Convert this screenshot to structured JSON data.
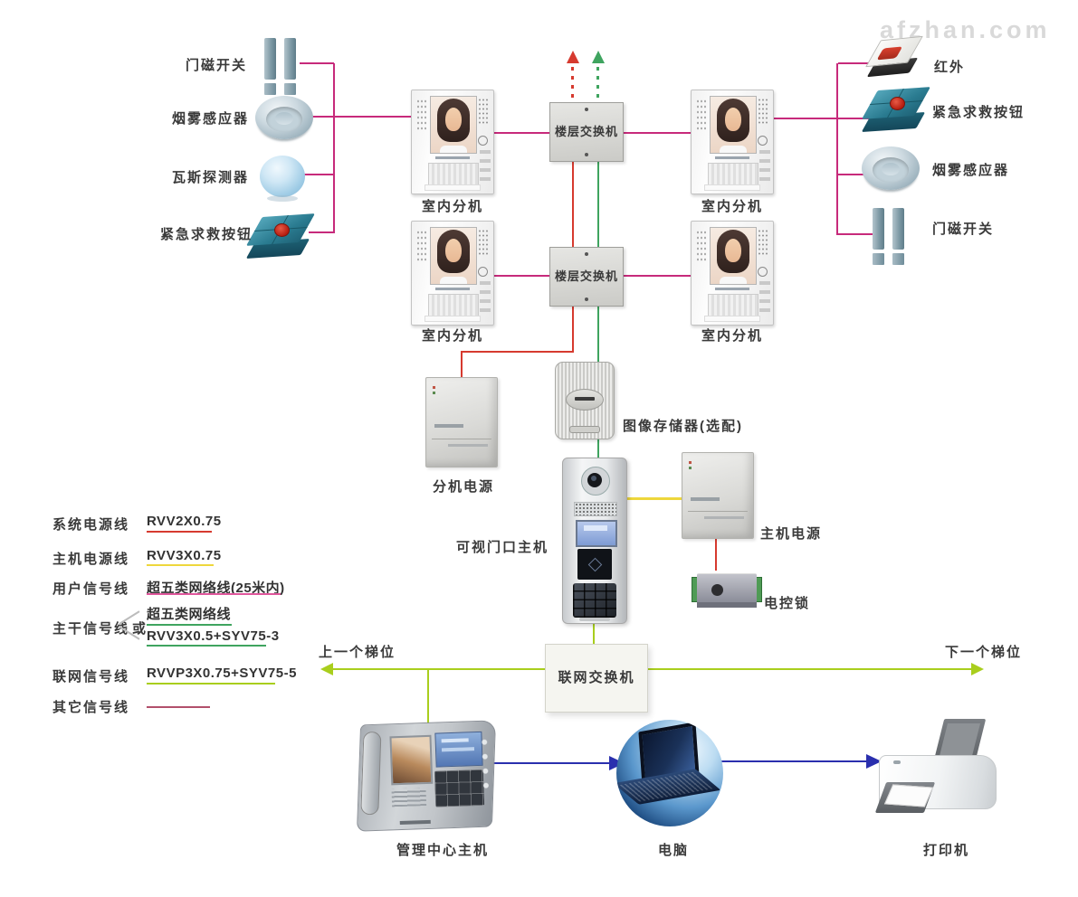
{
  "watermark": "afzhan.com",
  "colors": {
    "magenta": "#c72a7b",
    "red": "#d63a2f",
    "green": "#3fa45f",
    "yellow": "#eed73c",
    "chartreuse": "#a9ce1d",
    "blue": "#2a2fae",
    "pink": "#e0579c",
    "maroon": "#b2506b"
  },
  "sensors_left": [
    {
      "icon": "door-magnet",
      "label": "门磁开关"
    },
    {
      "icon": "smoke-sensor",
      "label": "烟雾感应器"
    },
    {
      "icon": "gas-detector",
      "label": "瓦斯探测器"
    },
    {
      "icon": "emergency-button",
      "label": "紧急求救按钮"
    }
  ],
  "sensors_right": [
    {
      "icon": "infrared",
      "label": "红外"
    },
    {
      "icon": "emergency-button",
      "label": "紧急求救按钮"
    },
    {
      "icon": "smoke-sensor",
      "label": "烟雾感应器"
    },
    {
      "icon": "door-magnet",
      "label": "门磁开关"
    }
  ],
  "nodes": {
    "floor_switch": "楼层交换机",
    "indoor_unit": "室内分机",
    "ext_power": "分机电源",
    "image_storage": "图像存储器(选配)",
    "door_host": "可视门口主机",
    "host_power": "主机电源",
    "electric_lock": "电控锁",
    "network_switch": "联网交换机",
    "mgmt_host": "管理中心主机",
    "computer": "电脑",
    "printer": "打印机",
    "prev_elevator": "上一个梯位",
    "next_elevator": "下一个梯位"
  },
  "legend": {
    "rows": [
      {
        "label": "系统电源线",
        "value": "RVV2X0.75",
        "color": "#d63a2f"
      },
      {
        "label": "主机电源线",
        "value": "RVV3X0.75",
        "color": "#eed73c"
      },
      {
        "label": "用户信号线",
        "value": "超五类网络线(25米内)",
        "color": "#e0579c"
      },
      {
        "label": "联网信号线",
        "value": "RVVP3X0.75+SYV75-5",
        "color": "#a9ce1d"
      },
      {
        "label": "其它信号线",
        "value": "",
        "color": "#b2506b"
      }
    ],
    "trunk": {
      "label": "主干信号线",
      "or": "或",
      "options": [
        {
          "value": "超五类网络线",
          "color": "#3fa45f"
        },
        {
          "value": "RVV3X0.5+SYV75-3",
          "color": "#3fa45f"
        }
      ]
    }
  }
}
